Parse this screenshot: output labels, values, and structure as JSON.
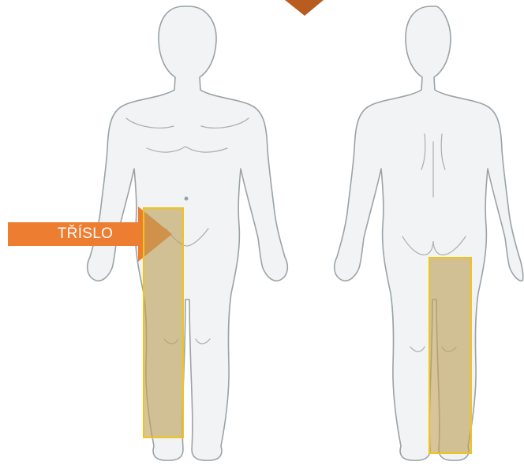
{
  "callout": {
    "label": "TŘÍSLO",
    "color": "#ed7d31"
  },
  "highlight": {
    "fill": "#bfa05a",
    "border": "#f0c419"
  },
  "figures": [
    {
      "view": "front"
    },
    {
      "view": "back"
    }
  ],
  "decoration": {
    "top_shape_color": "#b85d1f"
  }
}
